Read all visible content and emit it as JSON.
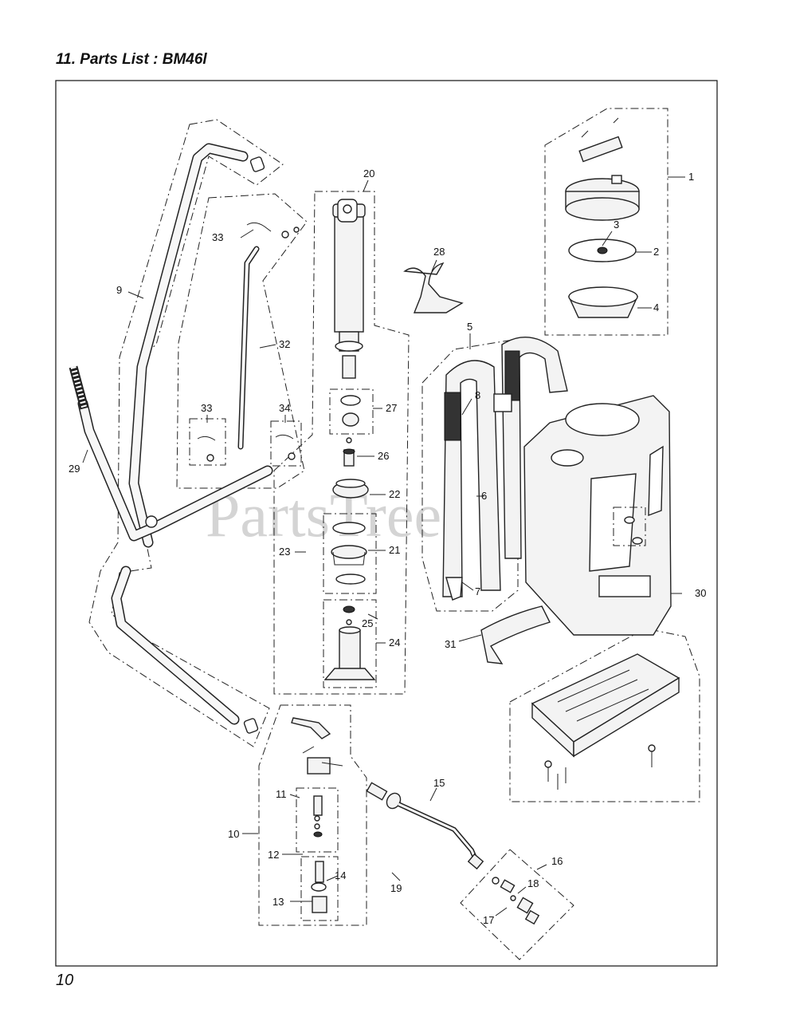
{
  "page": {
    "title": "11. Parts List : BM46l",
    "number": "10",
    "watermark": "PartsTree"
  },
  "parts": {
    "p1": "1",
    "p2": "2",
    "p3": "3",
    "p4": "4",
    "p5": "5",
    "p6": "6",
    "p7": "7",
    "p8": "8",
    "p9": "9",
    "p10": "10",
    "p11": "11",
    "p12": "12",
    "p13": "13",
    "p14": "14",
    "p15": "15",
    "p16": "16",
    "p17": "17",
    "p18": "18",
    "p19": "19",
    "p20": "20",
    "p21": "21",
    "p22": "22",
    "p23": "23",
    "p24": "24",
    "p25": "25",
    "p26": "26",
    "p27": "27",
    "p28": "28",
    "p29": "29",
    "p30": "30",
    "p31": "31",
    "p32": "32",
    "p33a": "33",
    "p33b": "33",
    "p34": "34"
  }
}
